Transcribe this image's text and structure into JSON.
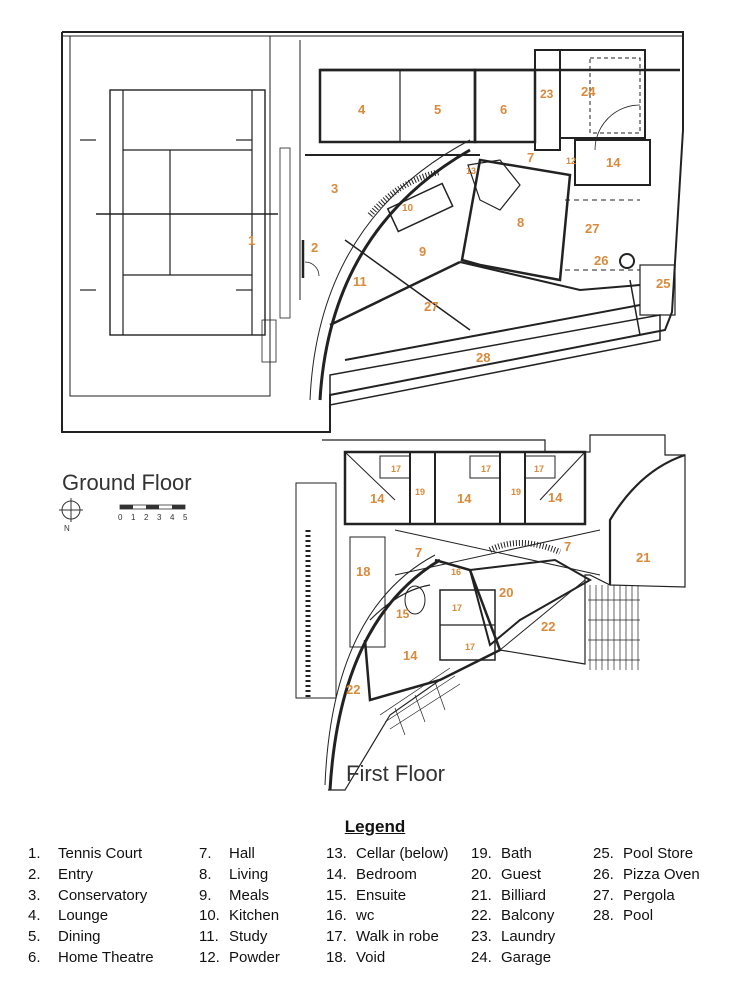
{
  "floors": {
    "ground_title": "Ground Floor",
    "first_title": "First Floor"
  },
  "scale_bar": {
    "ticks": [
      "0",
      "1",
      "2",
      "3",
      "4",
      "5"
    ]
  },
  "north_label": "N",
  "room_labels": {
    "ground": [
      "1",
      "2",
      "3",
      "4",
      "5",
      "6",
      "7",
      "8",
      "9",
      "10",
      "11",
      "12",
      "13",
      "14",
      "23",
      "24",
      "25",
      "26",
      "27",
      "27",
      "28"
    ],
    "first": [
      "17",
      "17",
      "17",
      "19",
      "19",
      "14",
      "14",
      "14",
      "7",
      "7",
      "18",
      "16",
      "15",
      "17",
      "17",
      "14",
      "20",
      "21",
      "22",
      "22"
    ]
  },
  "legend": {
    "title": "Legend",
    "columns": [
      [
        {
          "num": "1.",
          "label": "Tennis Court"
        },
        {
          "num": "2.",
          "label": "Entry"
        },
        {
          "num": "3.",
          "label": "Conservatory"
        },
        {
          "num": "4.",
          "label": "Lounge"
        },
        {
          "num": "5.",
          "label": "Dining"
        },
        {
          "num": "6.",
          "label": "Home Theatre"
        }
      ],
      [
        {
          "num": "7.",
          "label": "Hall"
        },
        {
          "num": "8.",
          "label": "Living"
        },
        {
          "num": "9.",
          "label": "Meals"
        },
        {
          "num": "10.",
          "label": "Kitchen"
        },
        {
          "num": "11.",
          "label": "Study"
        },
        {
          "num": "12.",
          "label": "Powder"
        }
      ],
      [
        {
          "num": "13.",
          "label": "Cellar (below)"
        },
        {
          "num": "14.",
          "label": "Bedroom"
        },
        {
          "num": "15.",
          "label": "Ensuite"
        },
        {
          "num": "16.",
          "label": "wc"
        },
        {
          "num": "17.",
          "label": "Walk in robe"
        },
        {
          "num": "18.",
          "label": "Void"
        }
      ],
      [
        {
          "num": "19.",
          "label": "Bath"
        },
        {
          "num": "20.",
          "label": "Guest"
        },
        {
          "num": "21.",
          "label": "Billiard"
        },
        {
          "num": "22.",
          "label": "Balcony"
        },
        {
          "num": "23.",
          "label": "Laundry"
        },
        {
          "num": "24.",
          "label": "Garage"
        }
      ],
      [
        {
          "num": "25.",
          "label": "Pool Store"
        },
        {
          "num": "26.",
          "label": "Pizza Oven"
        },
        {
          "num": "27.",
          "label": "Pergola"
        },
        {
          "num": "28.",
          "label": "Pool"
        }
      ]
    ]
  }
}
